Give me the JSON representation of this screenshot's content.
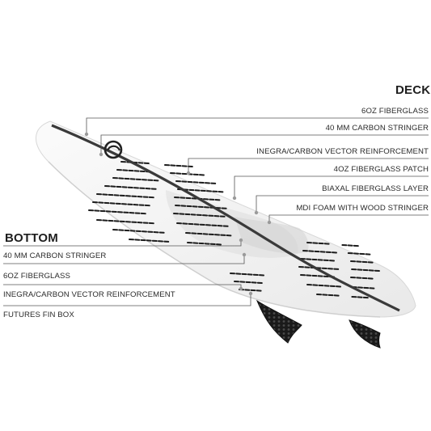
{
  "headings": {
    "deck": "DECK",
    "bottom": "BOTTOM"
  },
  "deck_labels": [
    "6OZ FIBERGLASS",
    "40 MM CARBON STRINGER",
    "INEGRA/CARBON VECTOR REINFORCEMENT",
    "4OZ FIBERGLASS PATCH",
    "BIAXAL FIBERGLASS LAYER",
    "MDI FOAM WITH WOOD STRINGER"
  ],
  "bottom_labels": [
    "40 MM CARBON STRINGER",
    "6OZ FIBERGLASS",
    "INEGRA/CARBON VECTOR REINFORCEMENT",
    "FUTURES FIN BOX"
  ],
  "colors": {
    "board": "#f4f4f4",
    "board_edge": "#d8d8d8",
    "stringer": "#3a3a3a",
    "stripes": "#1c1c1c",
    "fins": "#1a1a1a",
    "leader": "#555555",
    "dot": "#9a9a9a"
  },
  "icons": [
    "logo-icon",
    "fin-icon"
  ]
}
